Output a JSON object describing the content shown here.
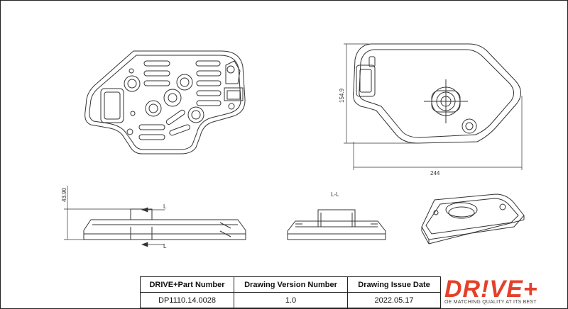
{
  "dimensions": {
    "height": "154.9",
    "width": "244",
    "depth": "43.90",
    "section_label": "L-L",
    "section_marker": "L"
  },
  "title_block": {
    "headers": [
      "DRIVE+Part Number",
      "Drawing Version Number",
      "Drawing Issue Date"
    ],
    "values": [
      "DP1110.14.0028",
      "1.0",
      "2022.05.17"
    ]
  },
  "brand": {
    "logo_text": "DR!VE+",
    "tagline": "OE MATCHING QUALITY AT ITS BEST",
    "color": "#e4402a"
  }
}
